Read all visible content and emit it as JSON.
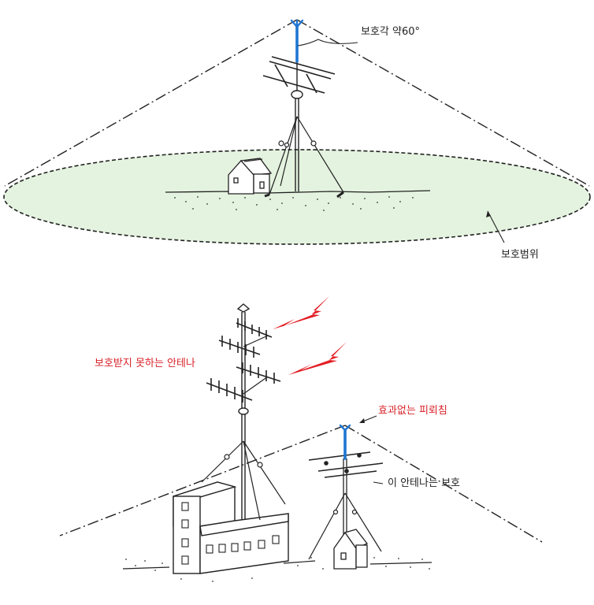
{
  "labels": {
    "angle": "보호각 약60°",
    "zone": "보호범위",
    "unprotected": "보호받지 못하는 안테나",
    "ineffective": "효과없는 피뢰침",
    "protected": "이 안테나는 보호"
  },
  "colors": {
    "line": "#222222",
    "red_text": "#d8232a",
    "lightning": "#e31e24",
    "rod": "#1f76d2",
    "zone_fill": "#e4f3df"
  }
}
